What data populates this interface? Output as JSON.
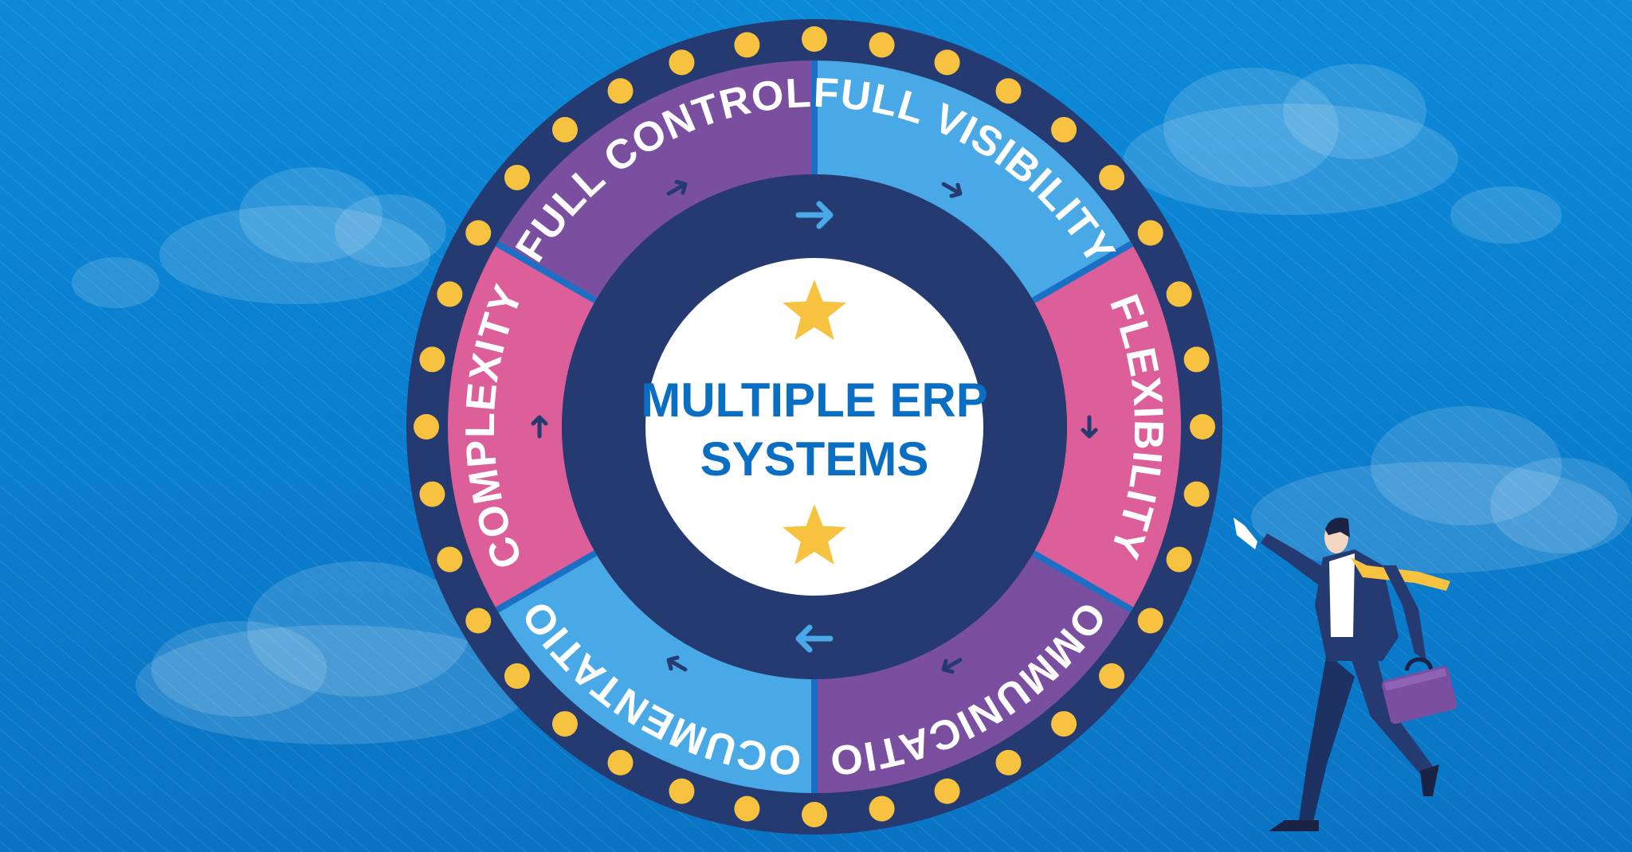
{
  "center": {
    "line1": "MULTIPLE ERP",
    "line2": "SYSTEMS"
  },
  "segments": [
    {
      "label": "FULL VISIBILITY",
      "color": "#49a9e6"
    },
    {
      "label": "FLEXIBILITY",
      "color": "#dd5f99"
    },
    {
      "label": "COMMUNICATION",
      "color": "#7a4f9f"
    },
    {
      "label": "DOCUMENTATION",
      "color": "#49a9e6"
    },
    {
      "label": "COMPLEXITY",
      "color": "#dd5f99"
    },
    {
      "label": "FULL CONTROL",
      "color": "#7a4f9f"
    }
  ],
  "colors": {
    "background": "#0a7fd0",
    "rim": "#253a70",
    "bulb": "#f7c23f",
    "star": "#f7c23f",
    "center_text": "#0a6fc2",
    "inner_arrow": "#49a9e6",
    "segment_arrow": "#253a70",
    "briefcase": "#7a4f9f",
    "tie": "#f7c23f",
    "suit": "#253a70"
  },
  "icons": {
    "bulb": "bulb-icon",
    "star": "star-icon",
    "arrow": "arrow-icon",
    "cloud": "cloud-icon",
    "businessman": "businessman-icon",
    "briefcase": "briefcase-icon"
  }
}
